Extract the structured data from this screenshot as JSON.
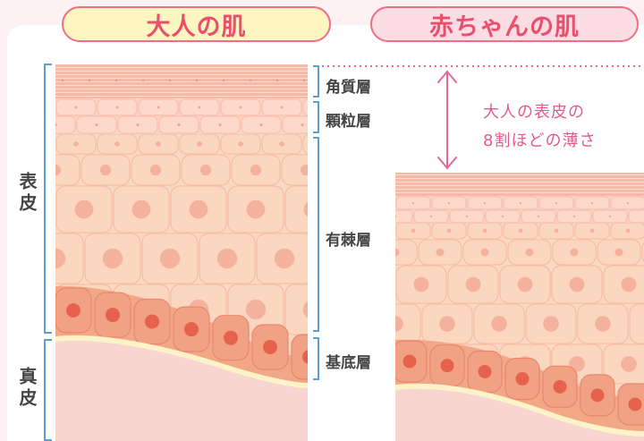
{
  "titles": {
    "adult": "大人の肌",
    "baby": "赤ちゃんの肌"
  },
  "side_labels": {
    "epidermis": "表皮",
    "dermis": "真皮"
  },
  "layers": {
    "stratum_corneum": "角質層",
    "stratum_granulosum": "顆粒層",
    "stratum_spinosum": "有棘層",
    "stratum_basale": "基底層"
  },
  "comparison_note": {
    "line1": "大人の表皮の",
    "line2": "8割ほどの薄さ"
  },
  "colors": {
    "accent_pink": "#e8506d",
    "bracket_blue": "#5b9fd6",
    "corneum": "#f5b7a5",
    "granular": "#fbd3c5",
    "spinous": "#fbd8c2",
    "basal": "#f2a786",
    "dermis": "#f9d5d2",
    "arrow_pink": "#e7679a"
  }
}
